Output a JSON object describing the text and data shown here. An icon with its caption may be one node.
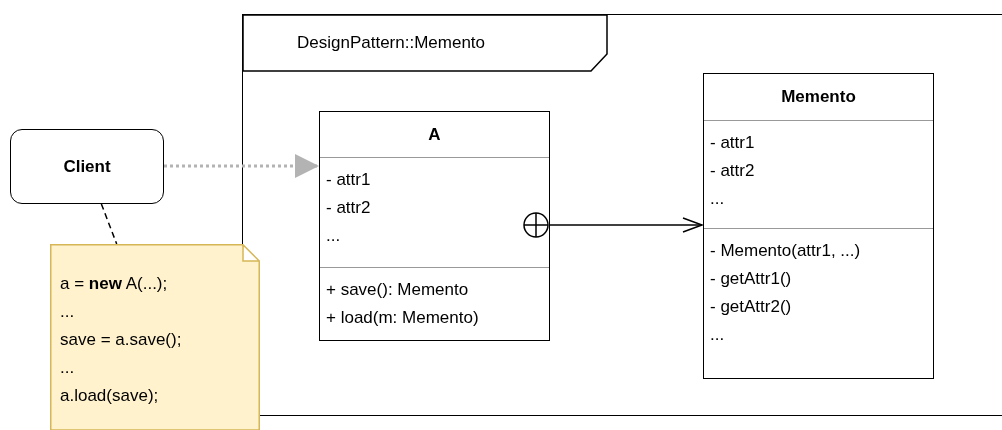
{
  "diagram": {
    "nodes": [
      {
        "text": [
          "DesignPattern::Memento"
        ]
      },
      {
        "text": [
          "Client"
        ]
      },
      {
        "text": [
          "a = **new** A(...);",
          "...",
          "save = a.save();",
          "...",
          "a.load(save);"
        ]
      },
      {
        "text": [
          "A",
          "- attr1",
          "- attr2",
          "...",
          "+ save(): Memento",
          "+ load(m: Memento)"
        ],
        "in": 0
      },
      {
        "text": [
          "Memento",
          "- attr1",
          "- attr2",
          "...",
          "- Memento(attr1, ...)",
          "- getAttr1()",
          "- getAttr2()",
          "..."
        ],
        "in": 0
      }
    ],
    "edges": [
      {
        "from": 1,
        "to": 3,
        "arrow": "to",
        "style": "dashed",
        "color": "#b3b3b3"
      },
      {
        "from": 1,
        "to": 2,
        "arrow": "none",
        "style": "dashed"
      },
      {
        "from": 3,
        "to": 4,
        "arrow": "to"
      }
    ]
  }
}
